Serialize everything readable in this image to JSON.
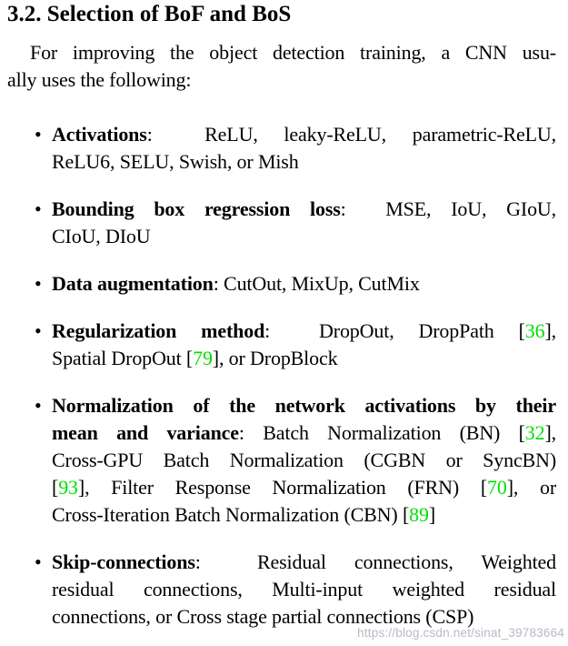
{
  "page": {
    "background": "#ffffff",
    "text_color": "#000000",
    "citation_color": "#00e000",
    "watermark_color": "#b7bac7"
  },
  "heading": "3.2. Selection of BoF and BoS",
  "bullet_glyph": "•",
  "intro": {
    "lines": [
      {
        "align": "justify",
        "indent": true,
        "runs": [
          {
            "s": "r",
            "t": "For improving the object detection training, a CNN usu-"
          }
        ]
      },
      {
        "align": "left",
        "indent": false,
        "runs": [
          {
            "s": "r",
            "t": "ally uses the following:"
          }
        ]
      }
    ]
  },
  "bullets": [
    {
      "lines": [
        {
          "align": "justify",
          "runs": [
            {
              "s": "b",
              "t": "Activations"
            },
            {
              "s": "r",
              "t": ":  ReLU, leaky-ReLU, parametric-ReLU,"
            }
          ]
        },
        {
          "align": "left",
          "runs": [
            {
              "s": "r",
              "t": "ReLU6, SELU, Swish, or Mish"
            }
          ]
        }
      ]
    },
    {
      "lines": [
        {
          "align": "justify",
          "runs": [
            {
              "s": "b",
              "t": "Bounding box regression loss"
            },
            {
              "s": "r",
              "t": ":  MSE, IoU, GIoU,"
            }
          ]
        },
        {
          "align": "left",
          "runs": [
            {
              "s": "r",
              "t": "CIoU, DIoU"
            }
          ]
        }
      ]
    },
    {
      "lines": [
        {
          "align": "left",
          "runs": [
            {
              "s": "b",
              "t": "Data augmentation"
            },
            {
              "s": "r",
              "t": ": CutOut, MixUp, CutMix"
            }
          ]
        }
      ]
    },
    {
      "lines": [
        {
          "align": "justify",
          "runs": [
            {
              "s": "b",
              "t": "Regularization method"
            },
            {
              "s": "r",
              "t": ":  DropOut, DropPath ["
            },
            {
              "s": "g",
              "t": "36"
            },
            {
              "s": "r",
              "t": "],"
            }
          ]
        },
        {
          "align": "left",
          "runs": [
            {
              "s": "r",
              "t": "Spatial DropOut ["
            },
            {
              "s": "g",
              "t": "79"
            },
            {
              "s": "r",
              "t": "], or DropBlock"
            }
          ]
        }
      ]
    },
    {
      "lines": [
        {
          "align": "justify",
          "runs": [
            {
              "s": "b",
              "t": "Normalization of the network activations by their"
            }
          ]
        },
        {
          "align": "justify",
          "runs": [
            {
              "s": "b",
              "t": "mean and variance"
            },
            {
              "s": "r",
              "t": ": Batch Normalization (BN) ["
            },
            {
              "s": "g",
              "t": "32"
            },
            {
              "s": "r",
              "t": "],"
            }
          ]
        },
        {
          "align": "justify",
          "runs": [
            {
              "s": "r",
              "t": "Cross-GPU Batch Normalization (CGBN or SyncBN)"
            }
          ]
        },
        {
          "align": "justify",
          "runs": [
            {
              "s": "r",
              "t": "["
            },
            {
              "s": "g",
              "t": "93"
            },
            {
              "s": "r",
              "t": "], Filter Response Normalization (FRN) ["
            },
            {
              "s": "g",
              "t": "70"
            },
            {
              "s": "r",
              "t": "], or"
            }
          ]
        },
        {
          "align": "left",
          "runs": [
            {
              "s": "r",
              "t": "Cross-Iteration Batch Normalization (CBN) ["
            },
            {
              "s": "g",
              "t": "89"
            },
            {
              "s": "r",
              "t": "]"
            }
          ]
        }
      ]
    },
    {
      "lines": [
        {
          "align": "justify",
          "runs": [
            {
              "s": "b",
              "t": "Skip-connections"
            },
            {
              "s": "r",
              "t": ":  Residual connections, Weighted"
            }
          ]
        },
        {
          "align": "justify",
          "runs": [
            {
              "s": "r",
              "t": "residual connections, Multi-input weighted residual"
            }
          ]
        },
        {
          "align": "left",
          "runs": [
            {
              "s": "r",
              "t": "connections, or Cross stage partial connections (CSP)"
            }
          ]
        }
      ]
    }
  ],
  "watermark": "https://blog.csdn.net/sinat_39783664"
}
